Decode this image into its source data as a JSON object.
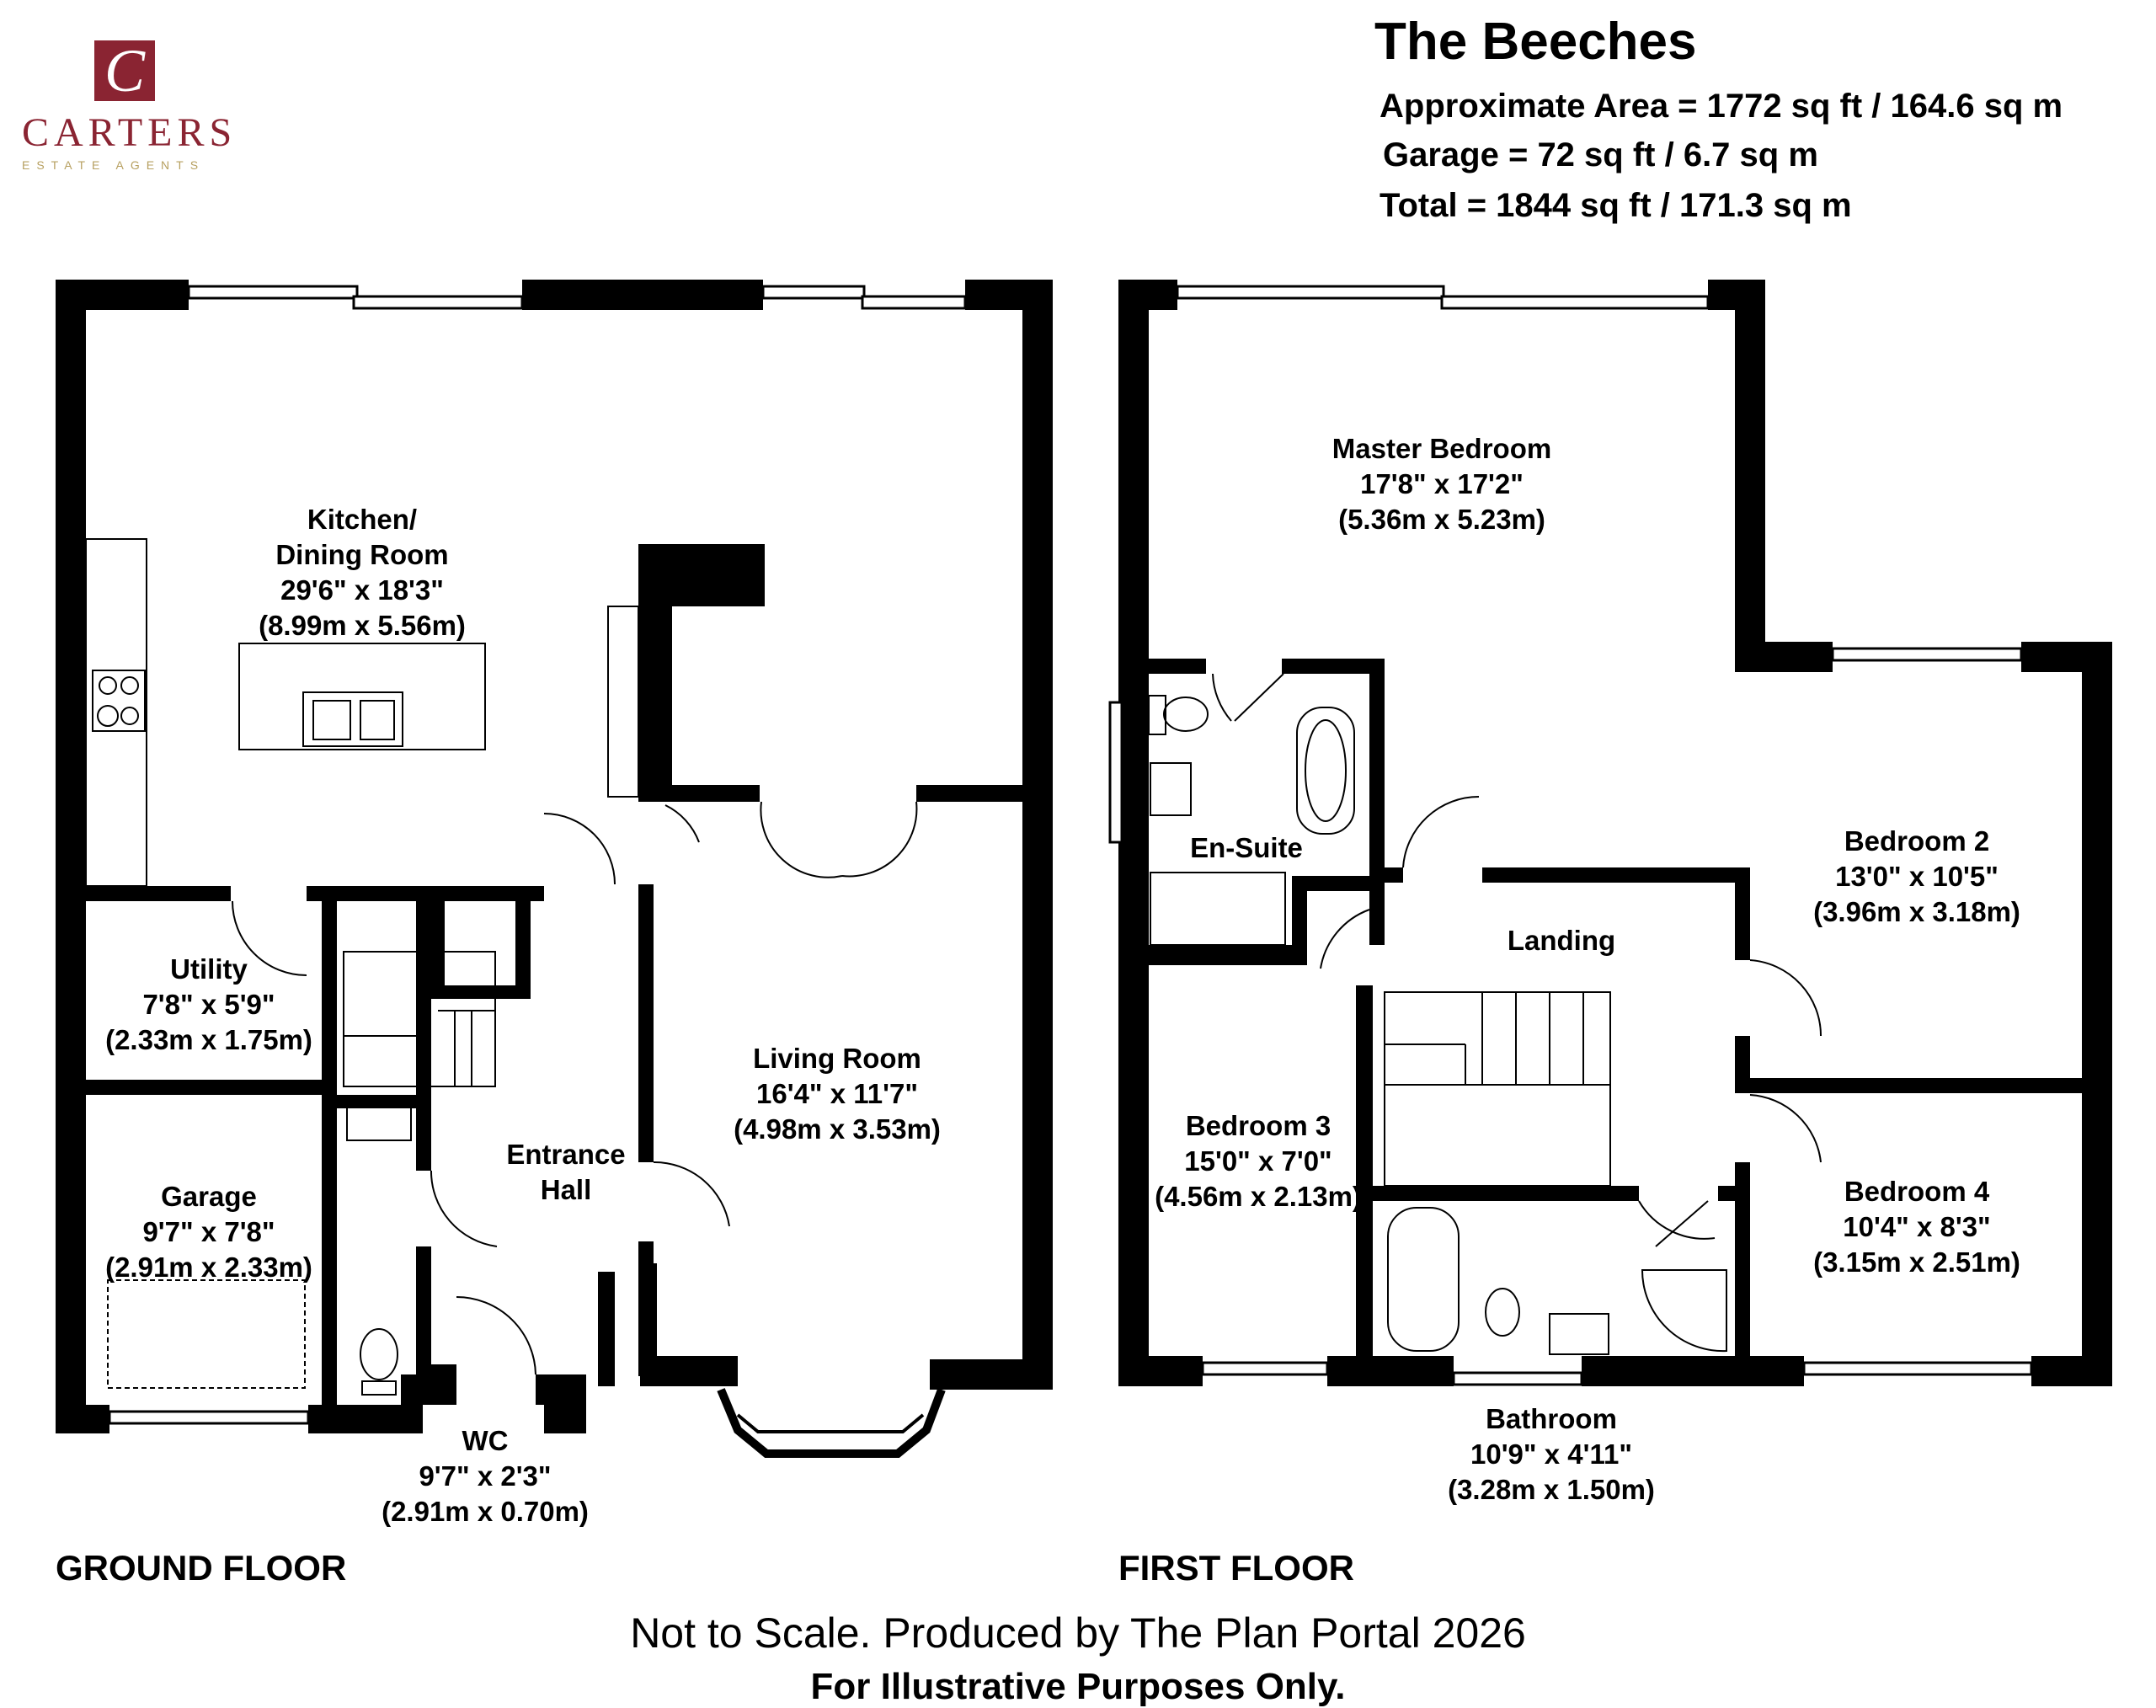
{
  "brand": {
    "name": "CARTERS",
    "tagline": "ESTATE AGENTS",
    "color": "#8a2432",
    "accent": "#b7a060"
  },
  "header": {
    "title": "The Beeches",
    "approx_area": "Approximate Area = 1772 sq ft / 164.6 sq m",
    "garage_area": "Garage = 72 sq ft / 6.7 sq m",
    "total_area": "Total = 1844 sq ft / 171.3 sq m"
  },
  "rooms": {
    "kitchen": {
      "name1": "Kitchen/",
      "name2": "Dining Room",
      "imperial": "29'6\" x 18'3\"",
      "metric": "(8.99m x 5.56m)"
    },
    "utility": {
      "name": "Utility",
      "imperial": "7'8\" x 5'9\"",
      "metric": "(2.33m x 1.75m)"
    },
    "garage": {
      "name": "Garage",
      "imperial": "9'7\" x 7'8\"",
      "metric": "(2.91m x 2.33m)"
    },
    "hall": {
      "name1": "Entrance",
      "name2": "Hall"
    },
    "living": {
      "name": "Living Room",
      "imperial": "16'4\" x 11'7\"",
      "metric": "(4.98m x 3.53m)"
    },
    "wc": {
      "name": "WC",
      "imperial": "9'7\" x 2'3\"",
      "metric": "(2.91m x 0.70m)"
    },
    "master": {
      "name": "Master Bedroom",
      "imperial": "17'8\" x 17'2\"",
      "metric": "(5.36m x 5.23m)"
    },
    "ensuite": {
      "name": "En-Suite"
    },
    "landing": {
      "name": "Landing"
    },
    "bed2": {
      "name": "Bedroom 2",
      "imperial": "13'0\" x 10'5\"",
      "metric": "(3.96m x 3.18m)"
    },
    "bed3": {
      "name": "Bedroom 3",
      "imperial": "15'0\" x 7'0\"",
      "metric": "(4.56m x 2.13m)"
    },
    "bed4": {
      "name": "Bedroom 4",
      "imperial": "10'4\" x 8'3\"",
      "metric": "(3.15m x 2.51m)"
    },
    "bathroom": {
      "name": "Bathroom",
      "imperial": "10'9\" x 4'11\"",
      "metric": "(3.28m x 1.50m)"
    }
  },
  "floors": {
    "ground": "GROUND FLOOR",
    "first": "FIRST FLOOR"
  },
  "footer": {
    "scale_note": "Not to Scale. Produced by The Plan Portal 2026",
    "purpose_note": "For Illustrative Purposes Only."
  }
}
